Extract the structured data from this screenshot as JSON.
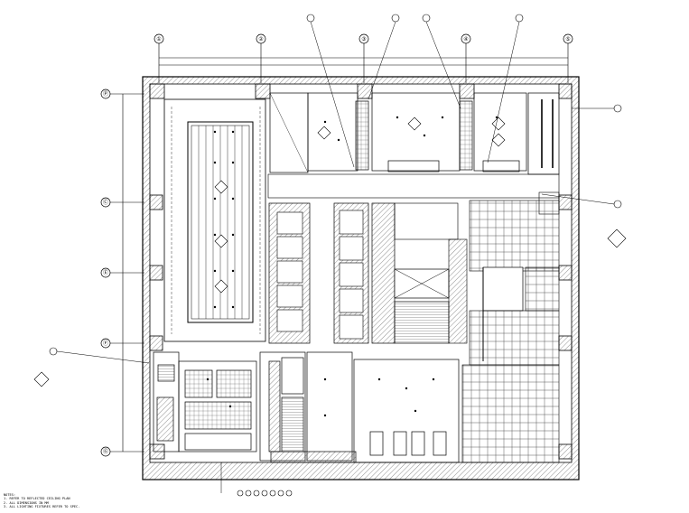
{
  "grid": {
    "columns": [
      "①",
      "②",
      "③",
      "④",
      "⑤"
    ],
    "rows": [
      "Ⓟ",
      "Ⓒ",
      "Ⓔ",
      "Ⓕ",
      "Ⓖ"
    ]
  },
  "notes": [
    "NOTES:",
    "1. REFER TO REFLECTED CEILING PLAN",
    "2. ALL DIMENSIONS IN MM",
    "3. ALL LIGHTING FIXTURES REFER TO SPEC."
  ],
  "colors": {
    "line": "#000000",
    "hatch": "#444444",
    "paper": "#ffffff"
  }
}
